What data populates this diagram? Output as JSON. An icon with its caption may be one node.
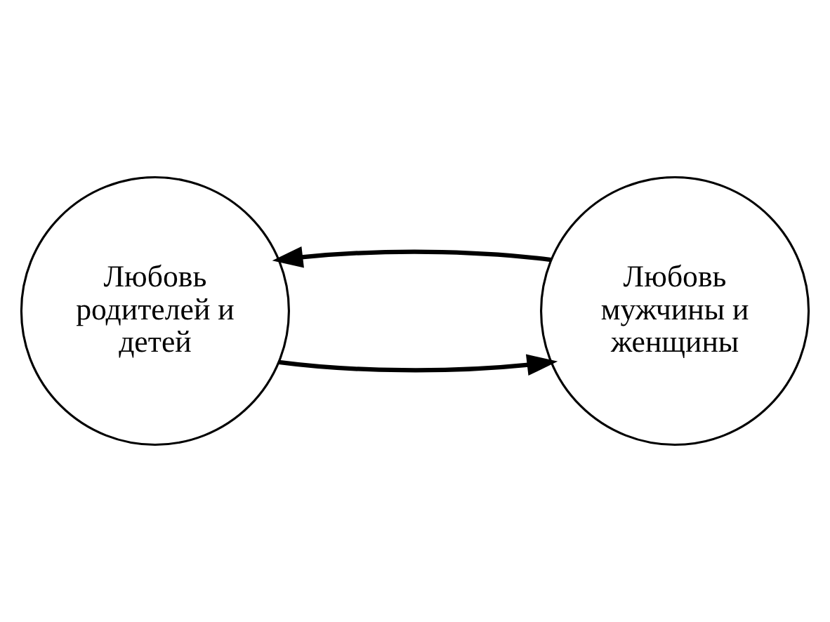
{
  "diagram": {
    "nodes": [
      {
        "text": [
          "Любовь родителей и детей"
        ]
      },
      {
        "text": [
          "Любовь мужчины и женщины"
        ]
      }
    ],
    "edges": [
      {
        "from": 0,
        "to": 1,
        "arrow": "to"
      },
      {
        "from": 1,
        "to": 0,
        "arrow": "to"
      }
    ]
  }
}
